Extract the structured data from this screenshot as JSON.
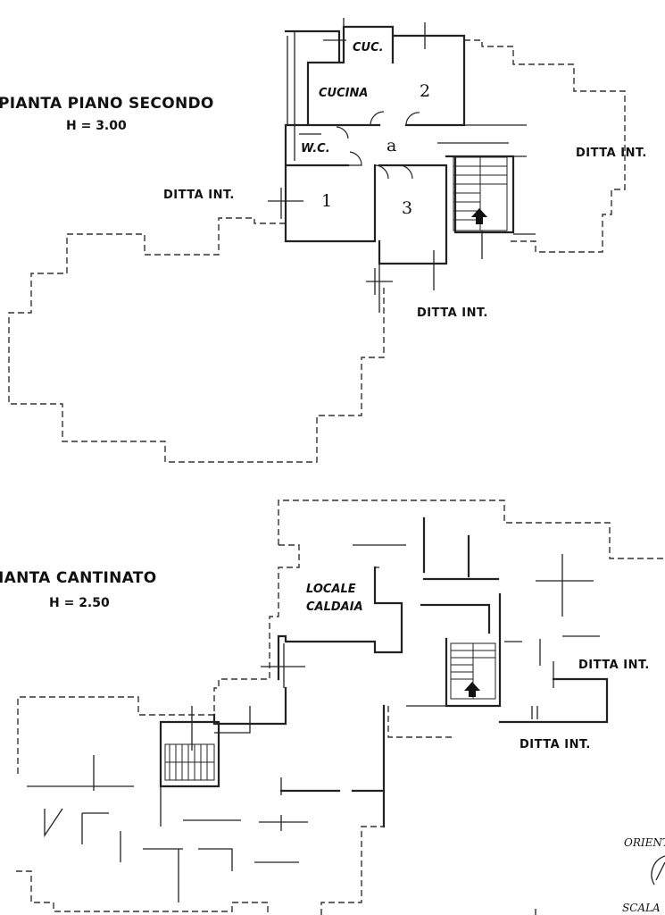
{
  "second_floor": {
    "title": "PIANTA PIANO SECONDO",
    "height": "H = 3.00",
    "rooms": {
      "cuc": "CUC.",
      "cucina": "CUCINA",
      "room_2": "2",
      "wc": "W.C.",
      "a": "a",
      "room_1": "1",
      "room_3": "3"
    },
    "ditta_labels": [
      "DITTA INT.",
      "DITTA INT.",
      "DITTA INT."
    ]
  },
  "basement": {
    "title": "IANTA CANTINATO",
    "height": "H = 2.50",
    "locale_line1": "LOCALE",
    "locale_line2": "CALDAIA",
    "ditta_labels": [
      "DITTA INT.",
      "DITTA INT."
    ]
  },
  "orientation_label": "ORIENT",
  "scale_label": "SCALA"
}
